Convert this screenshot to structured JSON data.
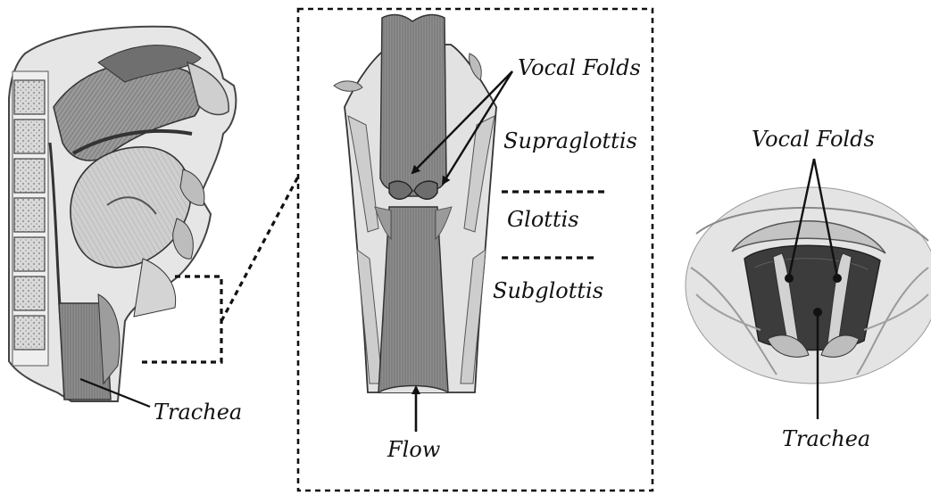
{
  "labels": {
    "left_trachea": "Trachea",
    "vocal_folds_center": "Vocal Folds",
    "supraglottis": "Supraglottis",
    "glottis": "Glottis",
    "subglottis": "Subglottis",
    "flow": "Flow",
    "vocal_folds_right": "Vocal Folds",
    "right_trachea": "Trachea"
  }
}
